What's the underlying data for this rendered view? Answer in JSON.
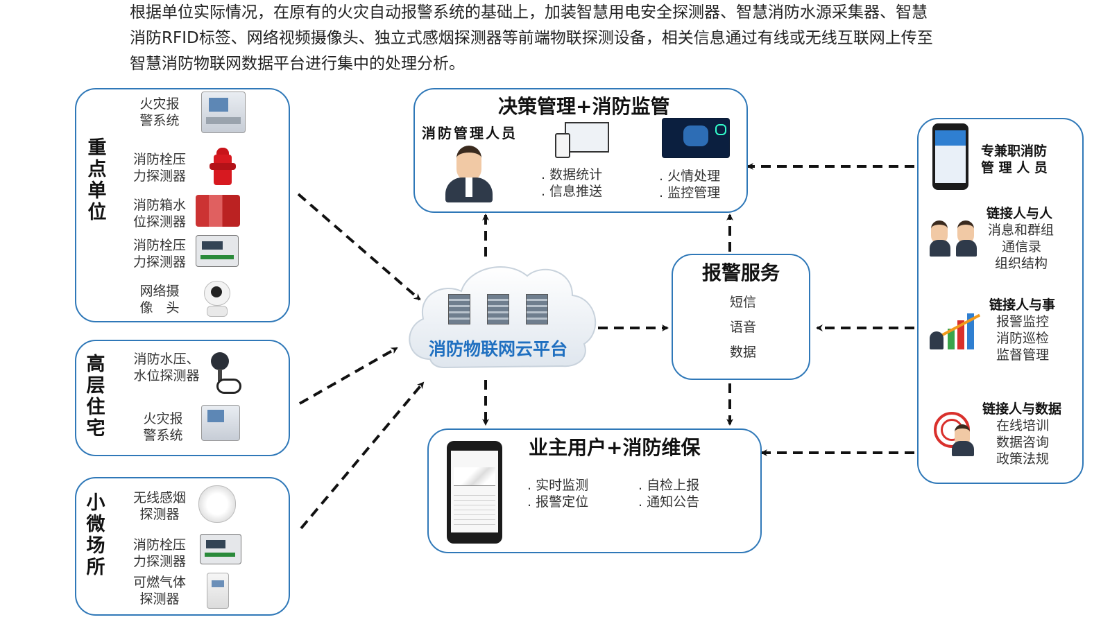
{
  "intro": {
    "line1": "根据单位实际情况，在原有的火灾自动报警系统的基础上，加装智慧用电安全探测器、智慧消防水源采集器、智慧",
    "line2": "消防RFID标签、网络视频摄像头、独立式感烟探测器等前端物联探测设备，相关信息通过有线或无线互联网上传至",
    "line3": "智慧消防物联网数据平台进行集中的处理分析。"
  },
  "key_unit": {
    "label": "重点单位",
    "items": [
      "火灾报\n警系统",
      "消防栓压\n力探测器",
      "消防箱水\n位探测器",
      "消防栓压\n力探测器",
      "网络摄\n像　头"
    ]
  },
  "residence": {
    "label": "高层住宅",
    "items": [
      "消防水压、\n水位探测器",
      "火灾报\n警系统"
    ]
  },
  "small_venue": {
    "label": "小微场所",
    "items": [
      "无线感烟\n探测器",
      "消防栓压\n力探测器",
      "可燃气体\n探测器"
    ]
  },
  "decision": {
    "title": "决策管理+消防监管",
    "person": "消防管理人员",
    "col1": [
      ". 数据统计",
      ". 信息推送"
    ],
    "col2": [
      ". 火情处理",
      ". 监控管理"
    ]
  },
  "cloud": {
    "label": "消防物联网云平台"
  },
  "alarm": {
    "title": "报警服务",
    "items": [
      "短信",
      "语音",
      "数据"
    ]
  },
  "owner": {
    "title": "业主用户+消防维保",
    "col1": [
      ". 实时监测",
      ". 报警定位"
    ],
    "col2": [
      ". 自检上报",
      ". 通知公告"
    ]
  },
  "right_panel": {
    "admin": "专兼职消防\n管 理 人 员",
    "groups": [
      {
        "title": "链接人与人",
        "lines": [
          "消息和群组",
          "通信录",
          "组织结构"
        ]
      },
      {
        "title": "链接人与事",
        "lines": [
          "报警监控",
          "消防巡检",
          "监督管理"
        ]
      },
      {
        "title": "链接人与数据",
        "lines": [
          "在线培训",
          "数据咨询",
          "政策法规"
        ]
      }
    ]
  },
  "colors": {
    "border": "#2f78b8",
    "cloud_text": "#1f6fc0"
  }
}
